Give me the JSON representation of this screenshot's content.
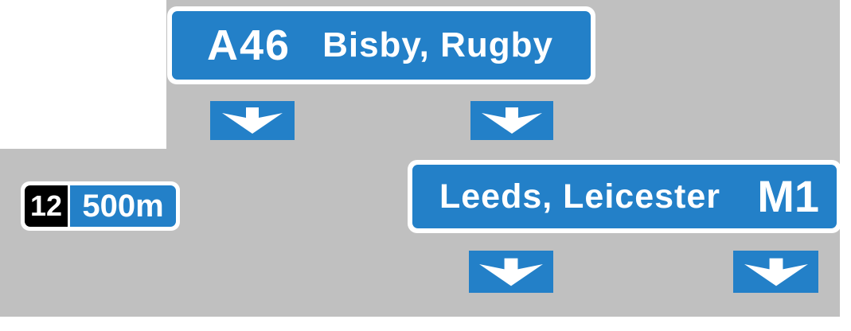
{
  "scene": {
    "kind": "uk-motorway-advance-direction-sign",
    "background_color": "#ffffff",
    "board_color": "#c0c0c0",
    "sign_blue": "#2380c8",
    "sign_white": "#ffffff",
    "junction_black": "#000000"
  },
  "top_sign": {
    "route": "A46",
    "destinations": "Bisby, Rugby"
  },
  "bottom_sign": {
    "destinations": "Leeds, Leicester",
    "route": "M1"
  },
  "distance_panel": {
    "junction_number": "12",
    "distance": "500m"
  },
  "lane_arrows": [
    {
      "name": "lane-arrow-1",
      "direction": "down"
    },
    {
      "name": "lane-arrow-2",
      "direction": "down"
    },
    {
      "name": "lane-arrow-3",
      "direction": "down"
    },
    {
      "name": "lane-arrow-4",
      "direction": "down"
    }
  ]
}
